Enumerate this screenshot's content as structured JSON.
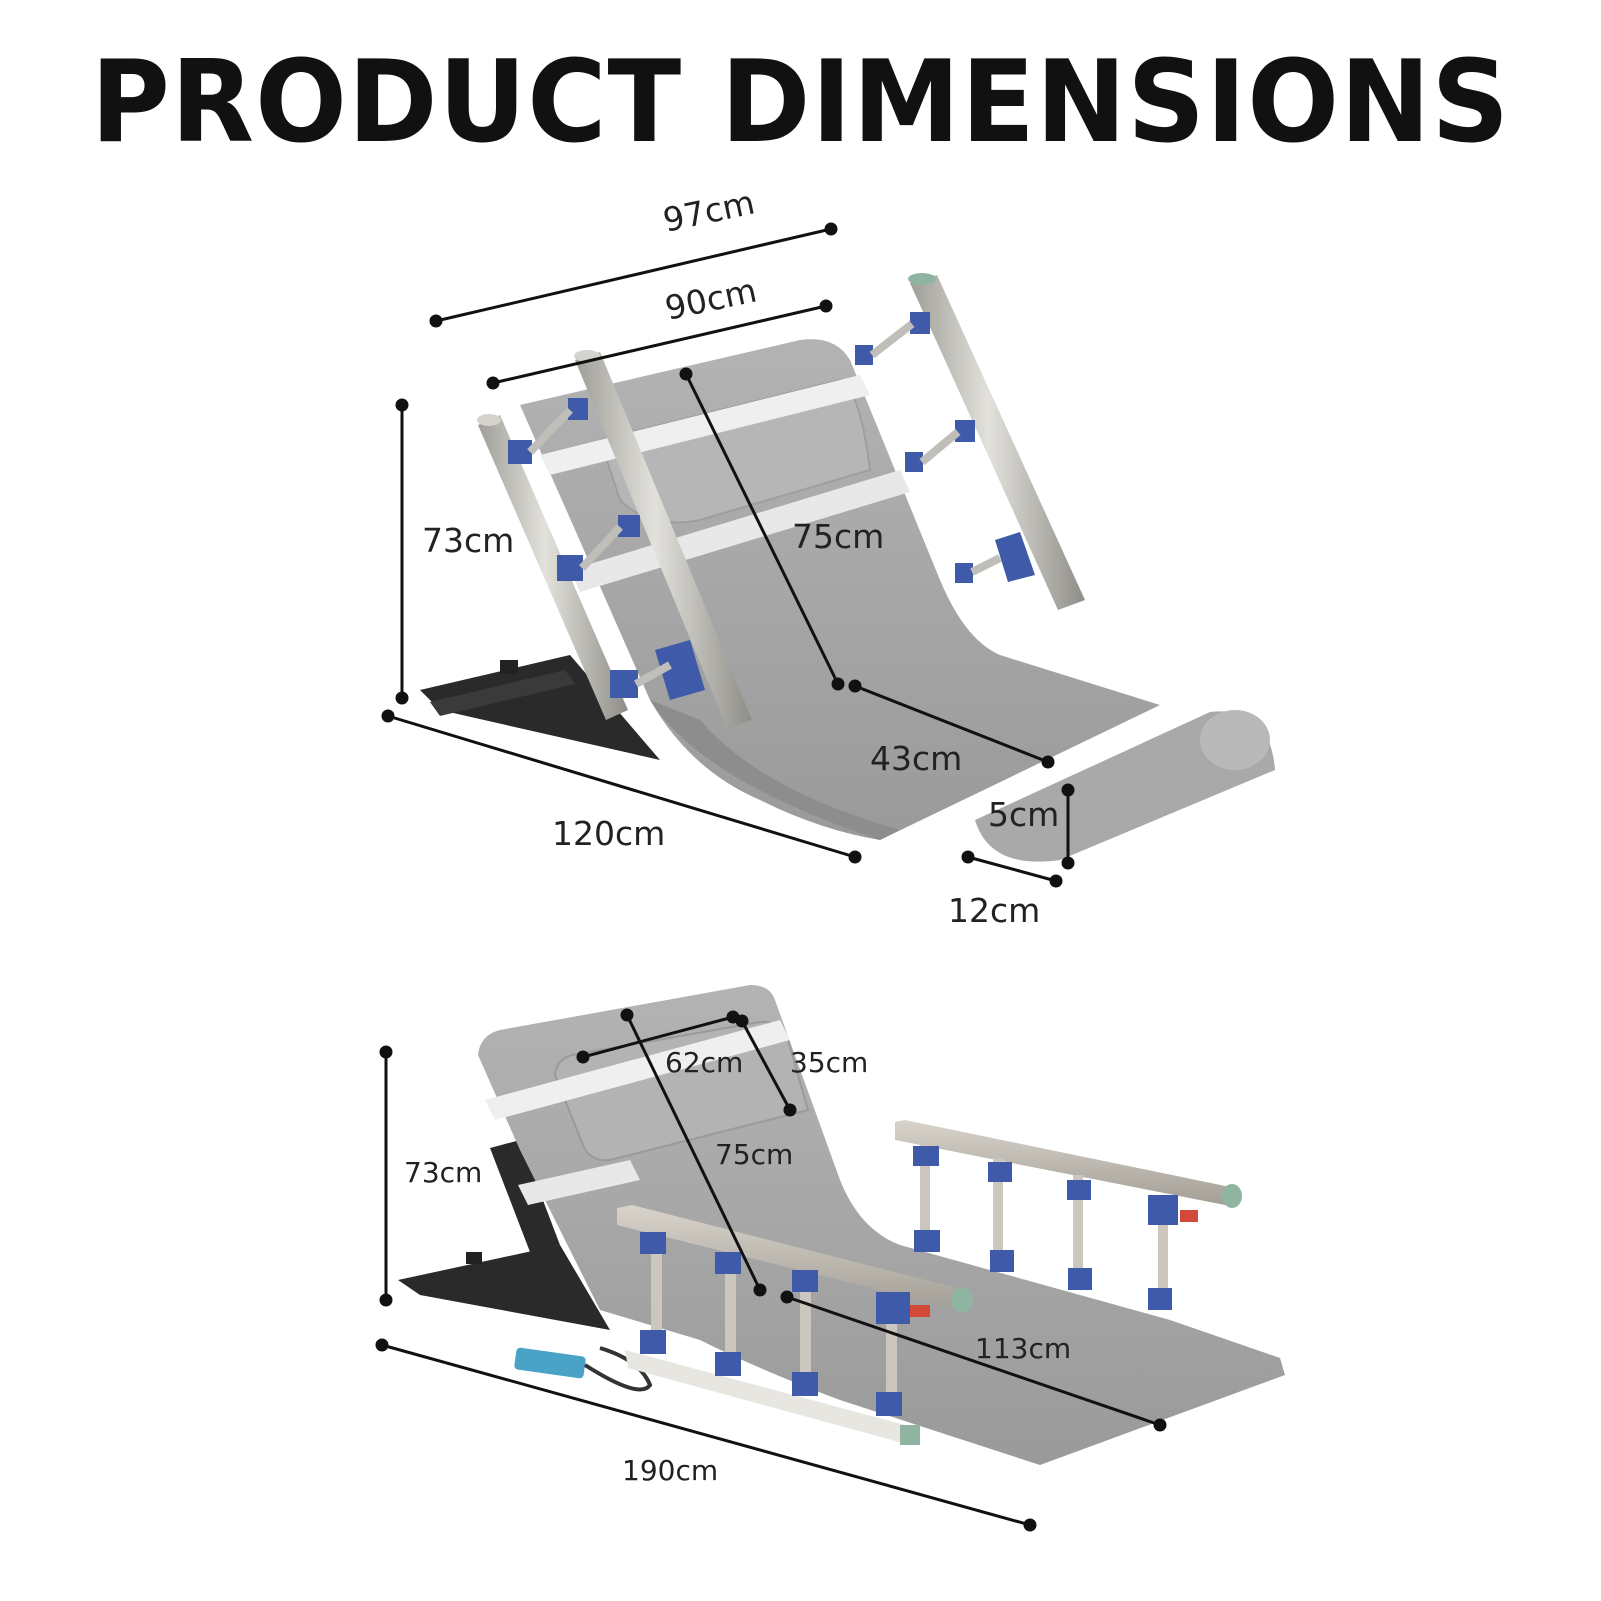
{
  "title": "PRODUCT DIMENSIONS",
  "top_view": {
    "width_outer": "97cm",
    "width_inner": "90cm",
    "height": "73cm",
    "back_length": "75cm",
    "seat_depth": "43cm",
    "base_length": "120cm",
    "pillow_height": "5cm",
    "pillow_width": "12cm"
  },
  "bottom_view": {
    "pillow_width": "62cm",
    "pillow_height": "35cm",
    "height": "73cm",
    "back_length": "75cm",
    "seat_length": "113cm",
    "total_length": "190cm"
  },
  "colors": {
    "fabric": "#a8a8a8",
    "fabric_dark": "#8d8d8d",
    "rail_silver": "#c9c6bf",
    "bracket_blue": "#3e5aa8",
    "frame_black": "#2a2a2a",
    "strap": "#efefef",
    "dim_line": "#111111"
  }
}
